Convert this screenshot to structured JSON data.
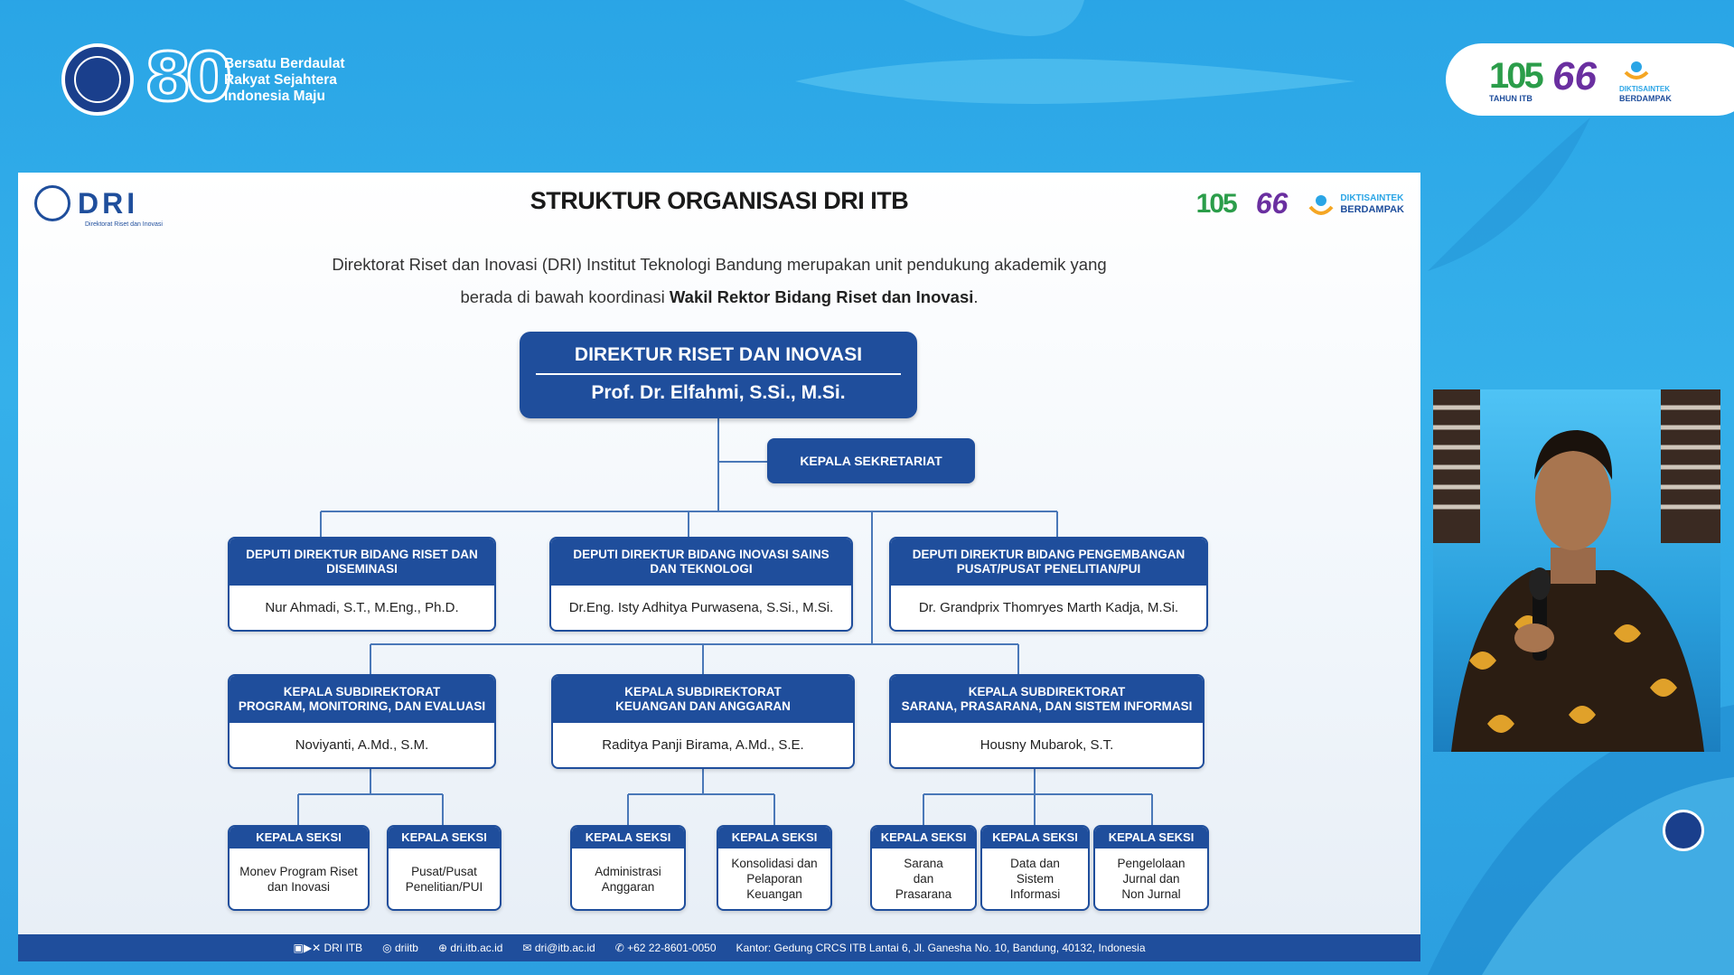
{
  "branding": {
    "anniversary_number": "80",
    "tagline": [
      "Bersatu Berdaulat",
      "Rakyat Sejahtera",
      "Indonesia Maju"
    ]
  },
  "top_logos": {
    "itb105": "105",
    "itb105_sub": "TAHUN ITB",
    "dies66": "66",
    "diktisaintek": "DIKTISAINTEK",
    "berdampak": "BERDAMPAK"
  },
  "slide": {
    "logo_text": "DRI",
    "logo_sub": "Direktorat Riset dan Inovasi",
    "title": "STRUKTUR ORGANISASI DRI ITB",
    "intro_line1": "Direktorat Riset dan Inovasi (DRI) Institut Teknologi Bandung merupakan unit pendukung akademik yang",
    "intro_line2_prefix": "berada di bawah koordinasi ",
    "intro_line2_bold": "Wakil Rektor Bidang Riset dan Inovasi",
    "intro_line2_suffix": "."
  },
  "org": {
    "director": {
      "title": "DIREKTUR RISET DAN INOVASI",
      "name": "Prof. Dr. Elfahmi, S.Si., M.Si."
    },
    "sekretariat": "KEPALA SEKRETARIAT",
    "deputies": [
      {
        "title": "DEPUTI DIREKTUR BIDANG RISET DAN DISEMINASI",
        "name": "Nur Ahmadi, S.T., M.Eng., Ph.D."
      },
      {
        "title": "DEPUTI DIREKTUR BIDANG INOVASI SAINS DAN TEKNOLOGI",
        "name": "Dr.Eng. Isty Adhitya Purwasena, S.Si., M.Si."
      },
      {
        "title": "DEPUTI DIREKTUR BIDANG PENGEMBANGAN PUSAT/PUSAT PENELITIAN/PUI",
        "name": "Dr. Grandprix Thomryes Marth Kadja, M.Si."
      }
    ],
    "subdirectorates": [
      {
        "title_1": "KEPALA SUBDIREKTORAT",
        "title_2": "PROGRAM, MONITORING, DAN EVALUASI",
        "name": "Noviyanti, A.Md., S.M."
      },
      {
        "title_1": "KEPALA SUBDIREKTORAT",
        "title_2": "KEUANGAN DAN ANGGARAN",
        "name": "Raditya Panji Birama, A.Md., S.E."
      },
      {
        "title_1": "KEPALA SUBDIREKTORAT",
        "title_2": "SARANA, PRASARANA, DAN SISTEM INFORMASI",
        "name": "Housny Mubarok, S.T."
      }
    ],
    "sections": [
      {
        "title": "KEPALA SEKSI",
        "desc": "Monev Program Riset dan Inovasi"
      },
      {
        "title": "KEPALA SEKSI",
        "desc": "Pusat/Pusat Penelitian/PUI"
      },
      {
        "title": "KEPALA SEKSI",
        "desc": "Administrasi Anggaran"
      },
      {
        "title": "KEPALA SEKSI",
        "desc": "Konsolidasi dan Pelaporan Keuangan"
      },
      {
        "title": "KEPALA SEKSI",
        "desc": "Sarana dan Prasarana"
      },
      {
        "title": "KEPALA SEKSI",
        "desc": "Data dan Sistem Informasi"
      },
      {
        "title": "KEPALA SEKSI",
        "desc": "Pengelolaan Jurnal dan Non Jurnal"
      }
    ]
  },
  "footer": {
    "social": "DRI ITB",
    "instagram": "driitb",
    "website": "dri.itb.ac.id",
    "email": "dri@itb.ac.id",
    "phone": "+62 22-8601-0050",
    "address": "Kantor: Gedung CRCS ITB Lantai 6, Jl. Ganesha No. 10, Bandung, 40132, Indonesia"
  },
  "colors": {
    "brand": "#1f4e9c",
    "background": "#2aa5e6"
  }
}
